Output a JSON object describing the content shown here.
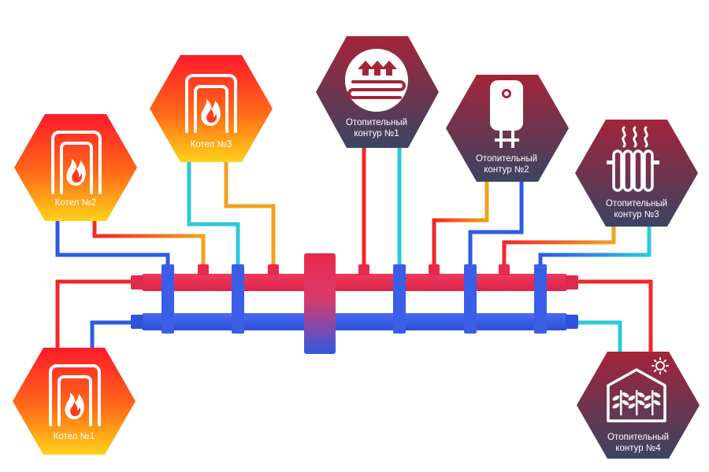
{
  "colors": {
    "hot_pipe": "#f02828",
    "cold_pipe": "#2f5ae0",
    "orange_pipe": "#f2a21c",
    "cyan_pipe": "#2cc8dc",
    "manifold_hot": "#e8294e",
    "manifold_cold": "#3358e2",
    "boiler_top": "#ff1a2a",
    "boiler_bottom": "#ffd21a",
    "circuit_top": "#a4243a",
    "circuit_bottom": "#3a4462",
    "icon_stroke": "#ffffff"
  },
  "nodes": {
    "boiler1": {
      "label": "Котел №1",
      "icon": "boiler-flame-icon"
    },
    "boiler2": {
      "label": "Котел №2",
      "icon": "boiler-flame-icon"
    },
    "boiler3": {
      "label": "Котел №3",
      "icon": "boiler-flame-icon"
    },
    "circuit1": {
      "line1": "Отопительный",
      "line2": "контур  №1",
      "icon": "underfloor-heating-icon"
    },
    "circuit2": {
      "line1": "Отопительный",
      "line2": "контур  №2",
      "icon": "water-heater-icon"
    },
    "circuit3": {
      "line1": "Отопительный",
      "line2": "контур  №3",
      "icon": "radiator-icon"
    },
    "circuit4": {
      "line1": "Отопительный",
      "line2": "контур  №4",
      "icon": "greenhouse-icon"
    }
  }
}
